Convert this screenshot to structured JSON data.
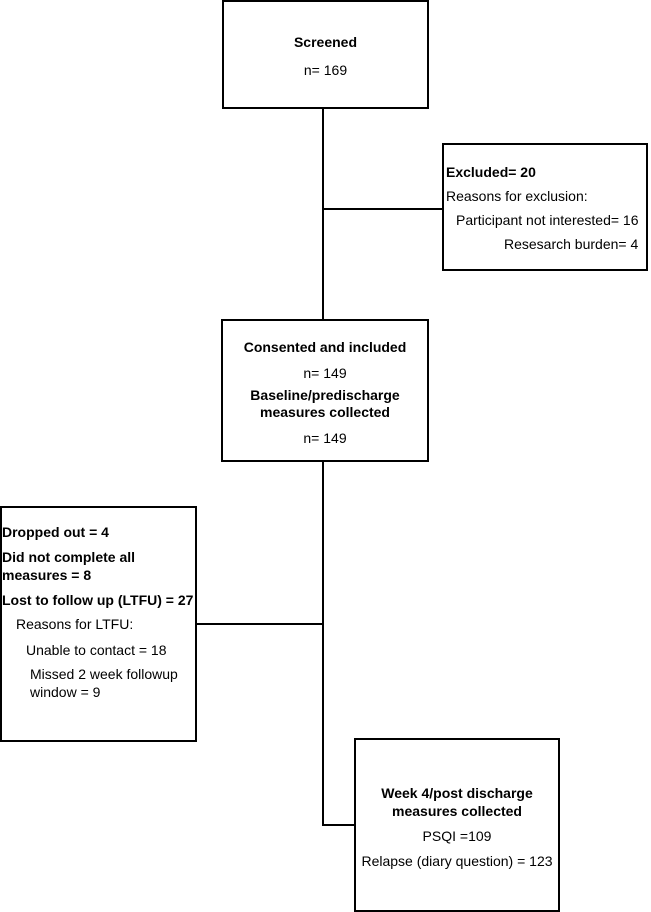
{
  "screened": {
    "title": "Screened",
    "count": "n=  169"
  },
  "excluded": {
    "title": "Excluded= 20",
    "reasons_heading": "Reasons for exclusion:",
    "reason_1": "Participant not interested= 16",
    "reason_2": "Resesarch burden= 4"
  },
  "consented": {
    "title": "Consented and included",
    "count": "n=  149",
    "baseline_line1": "Baseline/predischarge",
    "baseline_line2": "measures collected",
    "baseline_count": "n= 149"
  },
  "dropped": {
    "dropped_out": "Dropped out = 4",
    "incomplete_line1": "Did not complete all",
    "incomplete_line2": "measures = 8",
    "ltfu": "Lost to follow up (LTFU) = 27",
    "reasons_heading": "Reasons for LTFU:",
    "reason_1": "Unable to contact = 18",
    "reason_2_line1": "Missed 2 week followup",
    "reason_2_line2": "window = 9"
  },
  "week4": {
    "title_line1": "Week 4/post discharge",
    "title_line2": "measures collected",
    "psqi": "PSQI =109",
    "relapse": "Relapse (diary question) =  123"
  }
}
